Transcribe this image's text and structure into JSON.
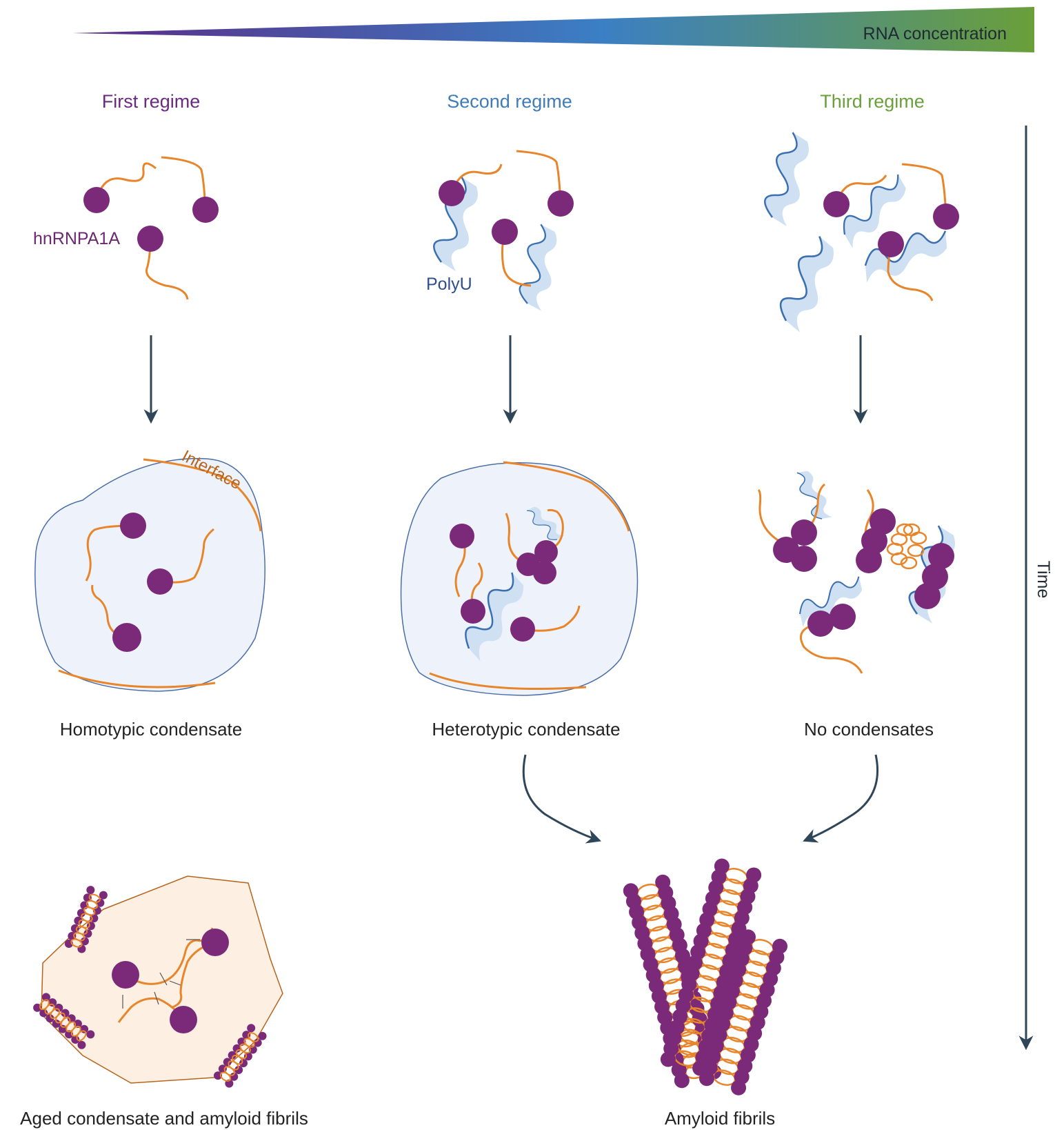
{
  "gradient": {
    "label": "RNA concentration",
    "colors": [
      "#5b2a86",
      "#3b7fc4",
      "#6a9f3a"
    ]
  },
  "regimes": [
    {
      "title": "First regime",
      "color": "#6b2a80"
    },
    {
      "title": "Second regime",
      "color": "#3f7cb8"
    },
    {
      "title": "Third regime",
      "color": "#6aa03a"
    }
  ],
  "labels": {
    "protein": "hnRNPA1A",
    "rna": "PolyU",
    "interface": "Interface",
    "time": "Time"
  },
  "outcomes": {
    "homotypic": "Homotypic condensate",
    "heterotypic": "Heterotypic condensate",
    "none": "No condensates",
    "aged": "Aged condensate and amyloid fibrils",
    "fibrils": "Amyloid fibrils"
  },
  "colors": {
    "protein": "#7a2a78",
    "tail": "#e8852a",
    "rna_fill": "#cfe0f3",
    "rna_stroke": "#3a6fb0",
    "condensate_fill": "#eef3fb",
    "aged_fill": "#fdf0e2",
    "arrow": "#2f4558"
  }
}
